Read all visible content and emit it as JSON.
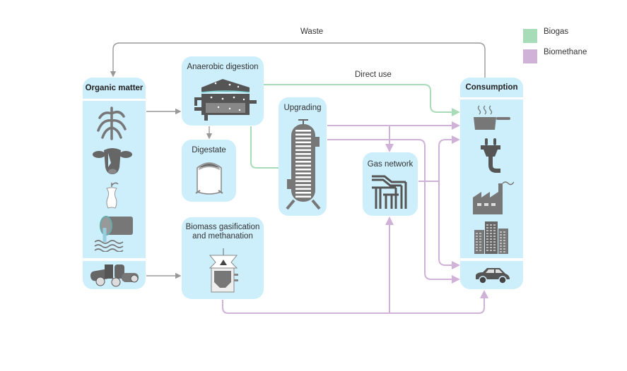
{
  "diagram": {
    "labels": {
      "waste": "Waste",
      "direct_use": "Direct use"
    },
    "legend": [
      {
        "label": "Biogas",
        "color": "#a8dcb8"
      },
      {
        "label": "Biomethane",
        "color": "#d0b2d9"
      }
    ],
    "colors": {
      "box_fill": "#cdeefb",
      "neutral_flow": "#999999",
      "biogas_flow": "#a8dcb8",
      "biomethane_flow": "#d0b2d9",
      "icon": "#6b6b6b"
    },
    "nodes": {
      "organic_matter": {
        "title": "Organic matter",
        "icons": [
          "crop-plant-icon",
          "cow-icon",
          "apple-core-icon",
          "wastewater-pipe-icon",
          "wood-logs-icon"
        ]
      },
      "anaerobic_digestion": {
        "title": "Anaerobic digestion",
        "icon": "digester-icon"
      },
      "digestate": {
        "title": "Digestate",
        "icon": "fertilizer-sack-icon"
      },
      "upgrading": {
        "title": "Upgrading",
        "icon": "upgrading-column-icon"
      },
      "gas_network": {
        "title": "Gas network",
        "icon": "pipeline-network-icon"
      },
      "biomass_gasification": {
        "title_line1": "Biomass gasification",
        "title_line2": "and methanation",
        "icon": "gasifier-icon"
      },
      "consumption": {
        "title": "Consumption",
        "icons": [
          "cooking-pot-icon",
          "electric-plug-icon",
          "factory-icon",
          "buildings-icon",
          "car-icon"
        ]
      }
    },
    "flows": [
      {
        "from": "Consumption",
        "to": "Organic matter",
        "type": "neutral",
        "label": "Waste"
      },
      {
        "from": "Organic matter",
        "to": "Anaerobic digestion",
        "type": "neutral"
      },
      {
        "from": "Organic matter (wood)",
        "to": "Biomass gasification and methanation",
        "type": "neutral"
      },
      {
        "from": "Anaerobic digestion",
        "to": "Digestate",
        "type": "neutral"
      },
      {
        "from": "Anaerobic digestion",
        "to": "Consumption",
        "type": "biogas",
        "label": "Direct use"
      },
      {
        "from": "Anaerobic digestion",
        "to": "Upgrading",
        "type": "biogas"
      },
      {
        "from": "Upgrading",
        "to": "Consumption",
        "type": "biomethane"
      },
      {
        "from": "Upgrading",
        "to": "Gas network",
        "type": "biomethane"
      },
      {
        "from": "Upgrading",
        "to": "Consumption (transport)",
        "type": "biomethane"
      },
      {
        "from": "Gas network",
        "to": "Consumption",
        "type": "biomethane"
      },
      {
        "from": "Gas network",
        "to": "Consumption (transport)",
        "type": "biomethane"
      },
      {
        "from": "Biomass gasification and methanation",
        "to": "Gas network",
        "type": "biomethane"
      },
      {
        "from": "Biomass gasification and methanation",
        "to": "Consumption (transport)",
        "type": "biomethane"
      }
    ]
  }
}
